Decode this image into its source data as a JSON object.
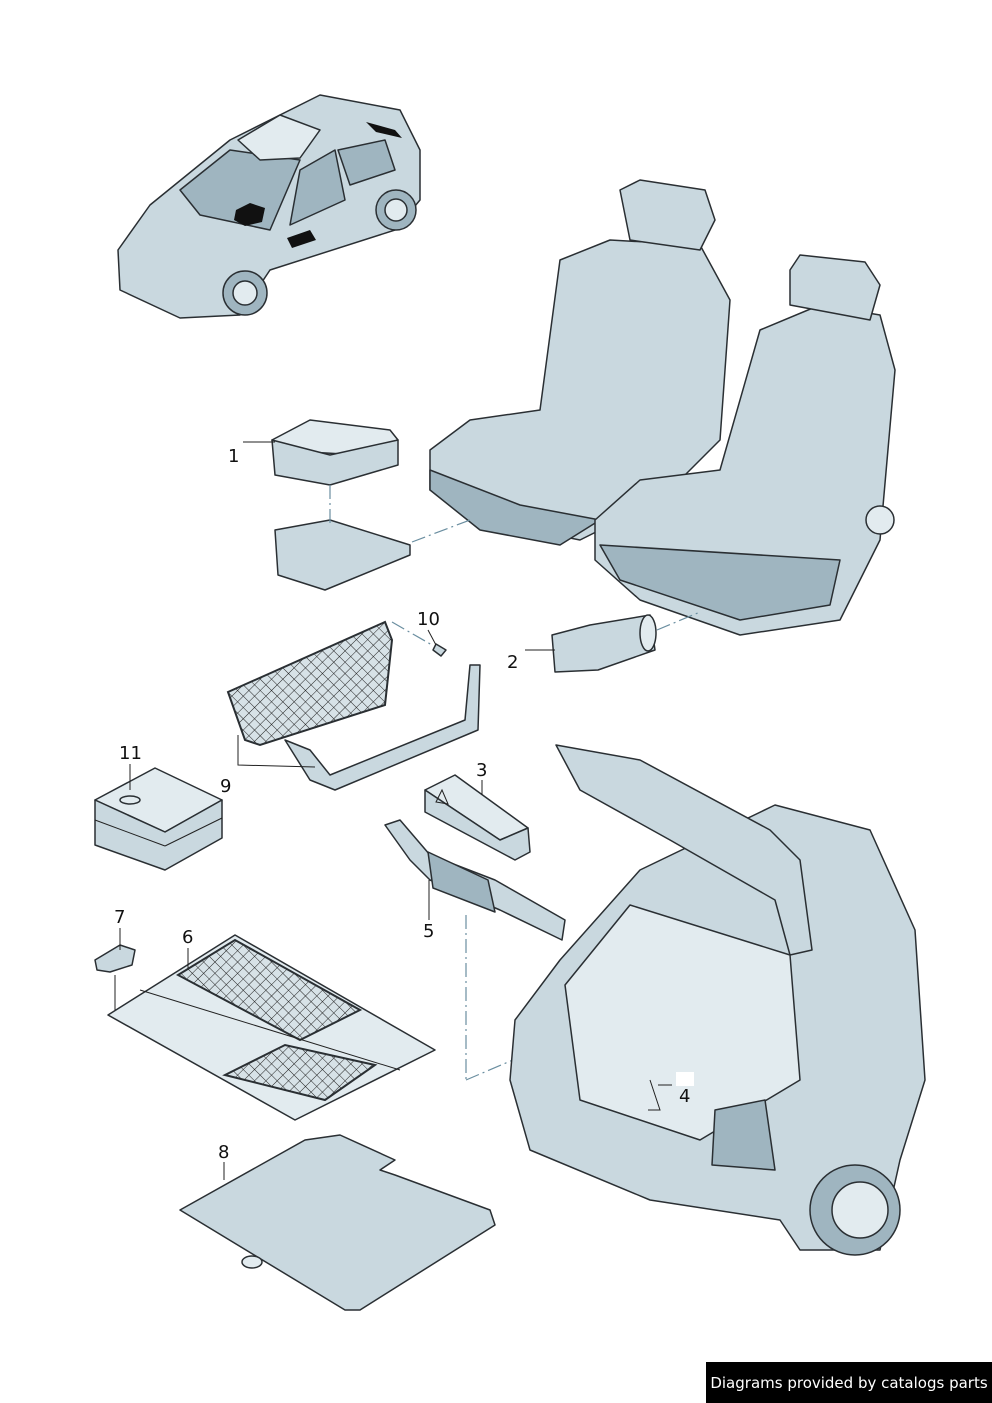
{
  "callouts": {
    "c1": "1",
    "c2": "2",
    "c3": "3",
    "c4": "4",
    "c5": "5",
    "c6": "6",
    "c7": "7",
    "c8": "8",
    "c9": "9",
    "c10": "10",
    "c11": "11"
  },
  "footer": {
    "text": "Diagrams provided by catalogs parts"
  },
  "colors": {
    "part_fill": "#c9d8df",
    "outline": "#2a2f33",
    "footer_bg": "#000000"
  }
}
